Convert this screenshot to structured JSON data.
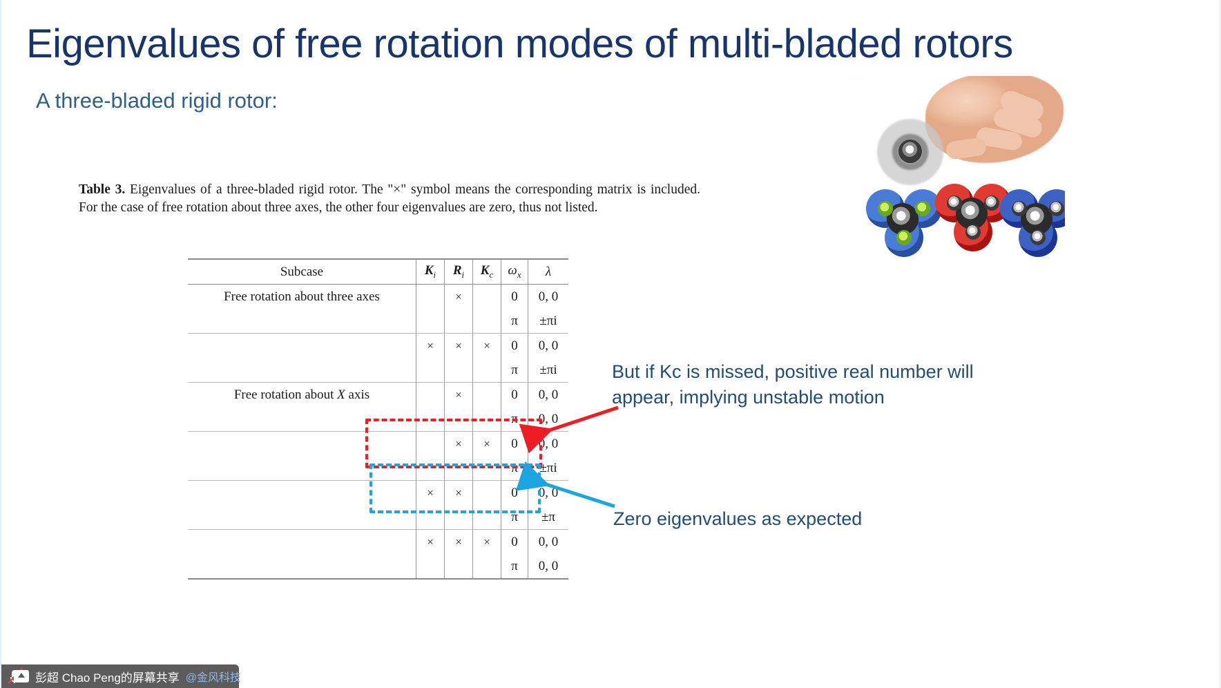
{
  "slide": {
    "title": "Eigenvalues of free rotation modes of multi-bladed rotors",
    "subtitle": "A three-bladed rigid rotor:",
    "title_color": "#17346b",
    "subtitle_color": "#2e5f8f"
  },
  "caption": {
    "label": "Table 3.",
    "text": " Eigenvalues of a three-bladed rigid rotor. The \"×\" symbol means the corresponding matrix is included. For the case of free rotation about three axes, the other four eigenvalues are zero, thus not listed."
  },
  "table": {
    "headers": [
      "Subcase",
      "K",
      "R",
      "K",
      "ω",
      "λ"
    ],
    "header_subs": [
      "",
      "i",
      "i",
      "c",
      "x",
      ""
    ],
    "mark": "×",
    "rows": [
      {
        "subcase": "Free rotation about three axes",
        "Ki": "",
        "Ri": "×",
        "Kc": "",
        "wx": "0",
        "lambda": "0, 0",
        "rule": "mid",
        "highlight": "none"
      },
      {
        "subcase": "",
        "Ki": "",
        "Ri": "",
        "Kc": "",
        "wx": "π",
        "lambda": "±πi",
        "rule": "none",
        "highlight": "none"
      },
      {
        "subcase": "",
        "Ki": "×",
        "Ri": "×",
        "Kc": "×",
        "wx": "0",
        "lambda": "0, 0",
        "rule": "thin",
        "highlight": "none"
      },
      {
        "subcase": "",
        "Ki": "",
        "Ri": "",
        "Kc": "",
        "wx": "π",
        "lambda": "±πi",
        "rule": "none",
        "highlight": "none"
      },
      {
        "subcase": "Free rotation about X axis",
        "Ki": "",
        "Ri": "×",
        "Kc": "",
        "wx": "0",
        "lambda": "0, 0",
        "rule": "thin",
        "highlight": "none"
      },
      {
        "subcase": "",
        "Ki": "",
        "Ri": "",
        "Kc": "",
        "wx": "π",
        "lambda": "0, 0",
        "rule": "none",
        "highlight": "none"
      },
      {
        "subcase": "",
        "Ki": "",
        "Ri": "×",
        "Kc": "×",
        "wx": "0",
        "lambda": "0, 0",
        "rule": "thin",
        "highlight": "none"
      },
      {
        "subcase": "",
        "Ki": "",
        "Ri": "",
        "Kc": "",
        "wx": "π",
        "lambda": "±πi",
        "rule": "none",
        "highlight": "none"
      },
      {
        "subcase": "",
        "Ki": "×",
        "Ri": "×",
        "Kc": "",
        "wx": "0",
        "lambda": "0, 0",
        "rule": "thin",
        "highlight": "red"
      },
      {
        "subcase": "",
        "Ki": "",
        "Ri": "",
        "Kc": "",
        "wx": "π",
        "lambda": "±π",
        "rule": "none",
        "highlight": "red"
      },
      {
        "subcase": "",
        "Ki": "×",
        "Ri": "×",
        "Kc": "×",
        "wx": "0",
        "lambda": "0, 0",
        "rule": "thin",
        "highlight": "blue"
      },
      {
        "subcase": "",
        "Ki": "",
        "Ri": "",
        "Kc": "",
        "wx": "π",
        "lambda": "0, 0",
        "rule": "none",
        "highlight": "blue"
      }
    ],
    "subcase_x_italic": "X"
  },
  "annotations": {
    "red": {
      "text": "But if Kc is missed, positive real number will appear, implying unstable motion",
      "color": "#204d7b",
      "box_color": "#ee1c25",
      "arrow_color": "#ee1c25"
    },
    "blue": {
      "text": "Zero eigenvalues as expected",
      "color": "#204d7b",
      "box_color": "#1ca5e0",
      "arrow_color": "#1ca5e0"
    }
  },
  "taskbar": {
    "mic_icon": "microphone-muted-icon",
    "share_icon": "screen-share-icon",
    "presenter": "彭超 Chao Peng的屏幕共享",
    "handle": "@金风科技",
    "background": "#5c5c5c"
  },
  "image": {
    "alt_name": "fidget-spinner-photo"
  }
}
